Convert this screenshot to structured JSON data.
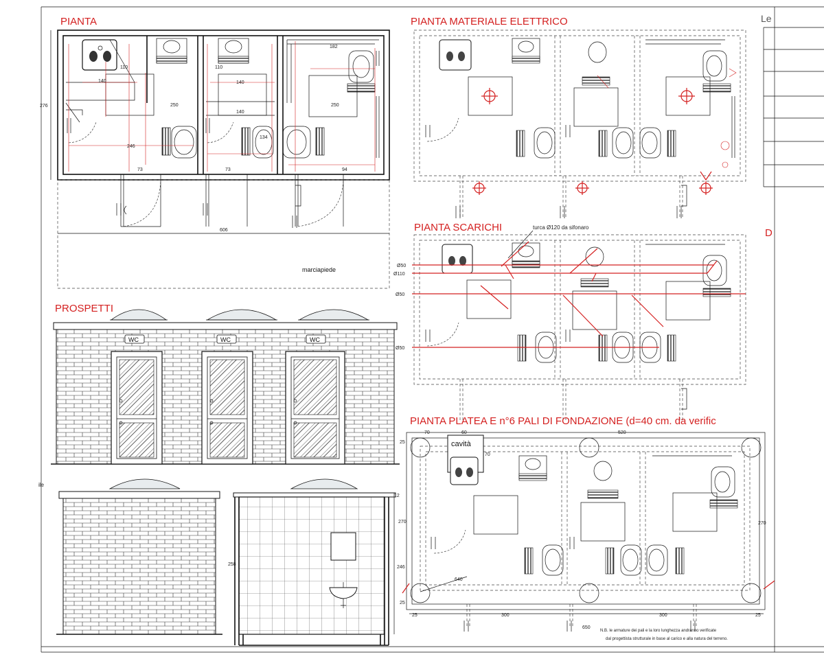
{
  "sheet": {
    "legend_fragment": "Le",
    "side_fragment": "D",
    "left_fragment": "ile"
  },
  "titles": {
    "pianta": "PIANTA",
    "elettrico": "PIANTA MATERIALE ELETTRICO",
    "scarichi": "PIANTA SCARICHI",
    "prospetti": "PROSPETTI",
    "platea": "PIANTA PLATEA E n°6 PALI DI FONDAZIONE (d=40 cm. da verific"
  },
  "pianta": {
    "dims": [
      "110",
      "140",
      "250",
      "246",
      "73",
      "110",
      "140",
      "140",
      "73",
      "182",
      "250",
      "94",
      "134",
      "276",
      "606"
    ],
    "sidewalk": "marciapiede"
  },
  "scarichi": {
    "note": "turca  Ø120 da sifonaro",
    "pipes": [
      "Ø50",
      "Ø110",
      "Ø50",
      "Ø50"
    ]
  },
  "prospetti": {
    "sign": "WC",
    "dims": [
      "12",
      "270",
      "246",
      "258"
    ]
  },
  "platea": {
    "cavity": "cavità",
    "dims": [
      "70",
      "60",
      "520",
      "70",
      "25",
      "270",
      "25",
      "640",
      "25",
      "300",
      "300",
      "25",
      "650"
    ],
    "note_line1": "N.B. le armature dei pali e la loro lunghezza andranno verificate",
    "note_line2": "dal progettista strutturale in base al carico e alla natura del terreno."
  },
  "colors": {
    "title_red": "#d42020",
    "line": "#111111",
    "dome": "#e8ecee"
  }
}
